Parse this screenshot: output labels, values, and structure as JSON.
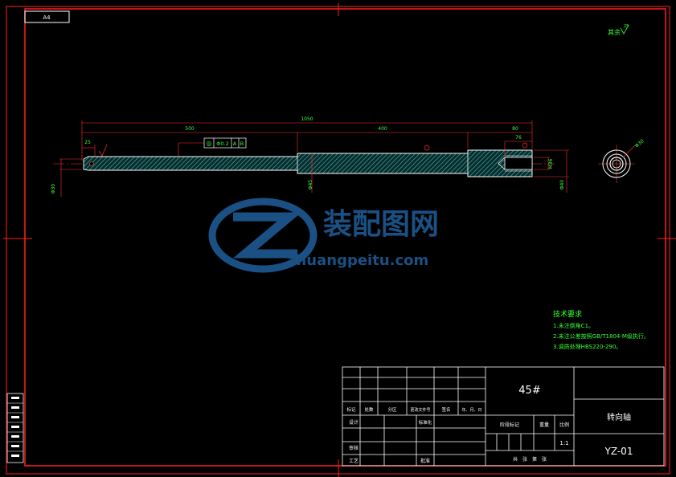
{
  "sheet": {
    "size_label": "A4"
  },
  "surface_finish": {
    "label": "其余",
    "value": "25"
  },
  "dimensions": {
    "overall_length": "1050",
    "len_left": "500",
    "len_middle": "400",
    "len_right": "80",
    "len_thread": "76",
    "len_end": "25",
    "dia_left": "Φ30",
    "dia_middle": "Φ45",
    "dia_thread": "M36",
    "dia_right": "Φ40",
    "dia_section": "Φ30"
  },
  "tolerance_frame": {
    "symbol": "◎",
    "value": "Φ0.2",
    "datum_a": "A",
    "datum_b": "B"
  },
  "technical_requirements": {
    "title": "技术要求",
    "items": [
      "1.未注倒角C1。",
      "2.未注公差按照GB/T1804-M级执行。",
      "3.调质处理HBS220-290。"
    ]
  },
  "watermark": {
    "brand_cn": "装配图网",
    "brand_url": "zhuangpeitu.com"
  },
  "title_block": {
    "material": "45#",
    "part_name": "转向轴",
    "drawing_no": "YZ-01",
    "scale": "1:1",
    "row_headers": [
      "标记",
      "处数",
      "分区",
      "更改文件号",
      "签名",
      "年、月、日"
    ],
    "design_label": "设计",
    "standardize_label": "标准化",
    "stage_mark_label": "阶段标记",
    "weight_label": "重量",
    "scale_label": "比例",
    "check_label": "审核",
    "process_label": "工艺",
    "approve_label": "批准",
    "sheets_label": "共　张　第　张"
  }
}
